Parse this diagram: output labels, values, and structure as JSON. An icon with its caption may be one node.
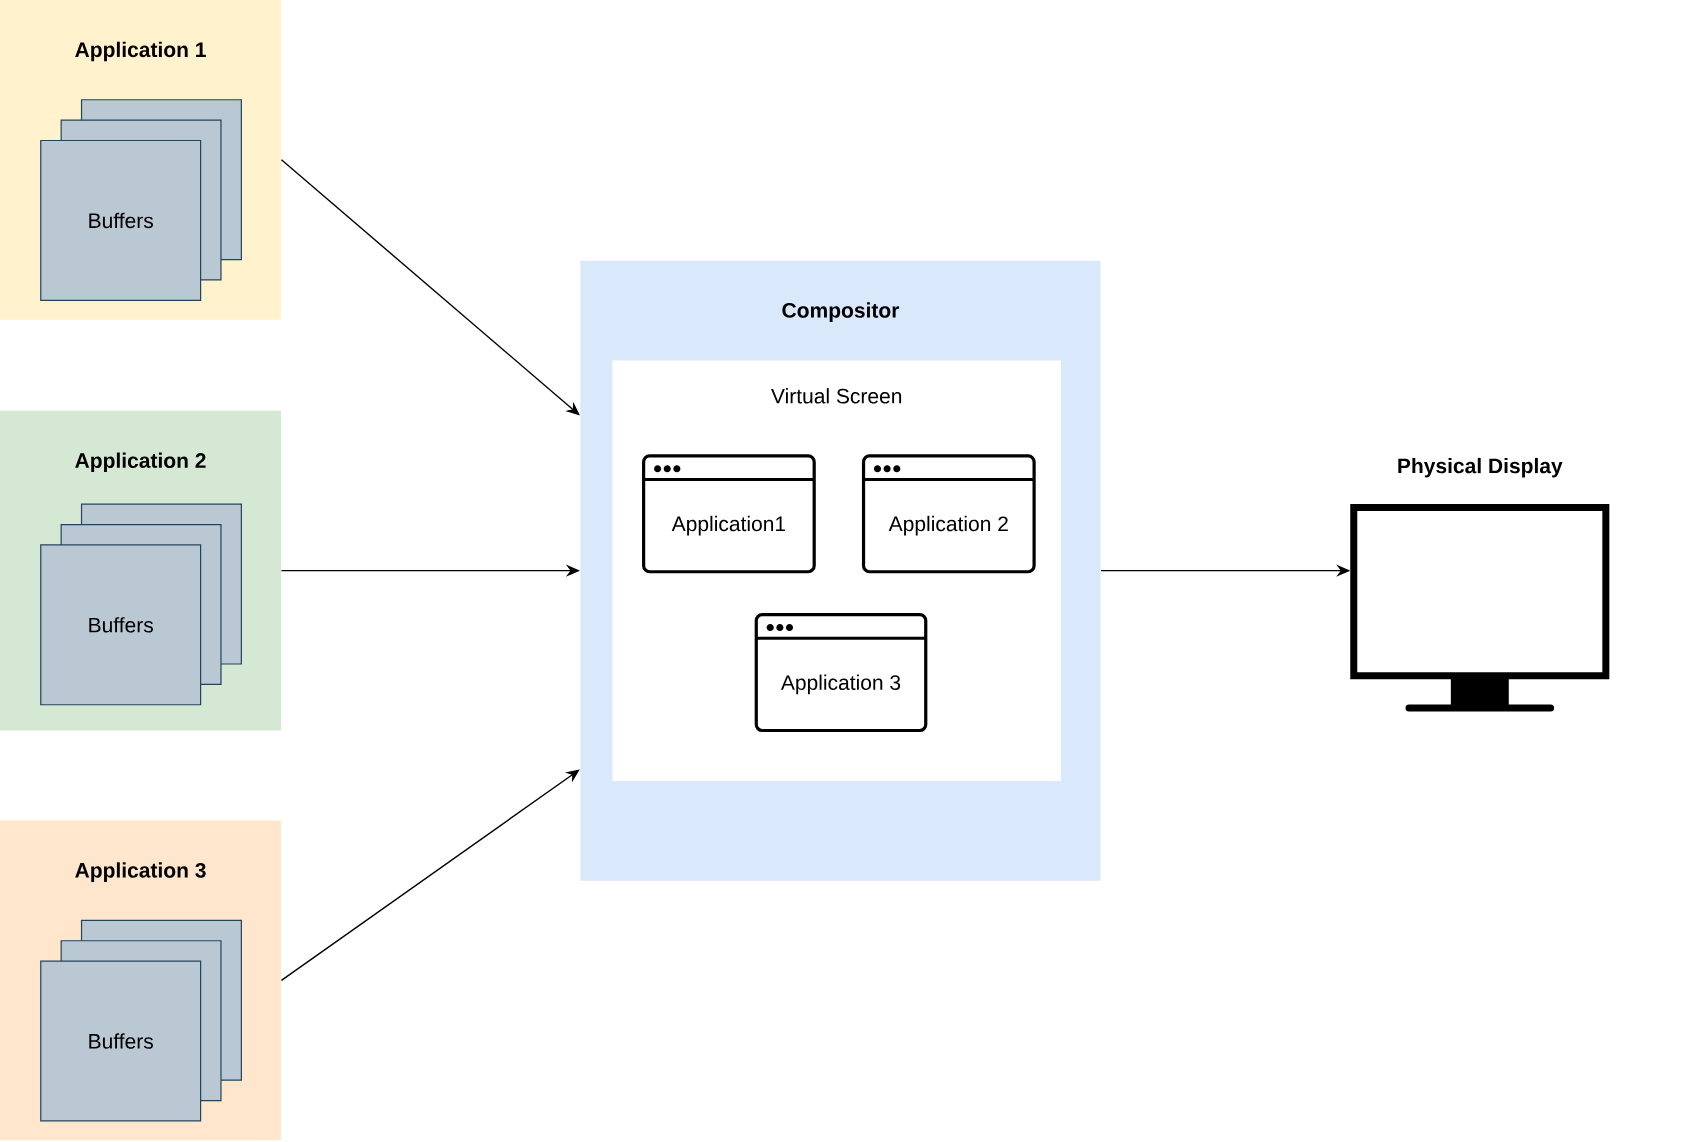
{
  "diagram": {
    "nodes": [
      {
        "text": [
          "Application 1"
        ]
      },
      {
        "text": [
          "Buffers"
        ],
        "in": 0
      },
      {
        "text": [
          "Application 2"
        ]
      },
      {
        "text": [
          "Buffers"
        ],
        "in": 2
      },
      {
        "text": [
          "Application 3"
        ]
      },
      {
        "text": [
          "Buffers"
        ],
        "in": 4
      },
      {
        "text": [
          "Compositor"
        ]
      },
      {
        "text": [
          "Virtual Screen"
        ],
        "in": 6
      },
      {
        "text": [
          "Application1"
        ],
        "in": 7
      },
      {
        "text": [
          "Application 2"
        ],
        "in": 7
      },
      {
        "text": [
          "Application 3"
        ],
        "in": 7
      },
      {
        "text": [
          "Physical Display"
        ]
      }
    ],
    "edges": [
      {
        "from": 0,
        "to": 6,
        "arrow": "to"
      },
      {
        "from": 2,
        "to": 6,
        "arrow": "to"
      },
      {
        "from": 4,
        "to": 6,
        "arrow": "to"
      },
      {
        "from": 6,
        "to": 11,
        "arrow": "to"
      }
    ]
  }
}
